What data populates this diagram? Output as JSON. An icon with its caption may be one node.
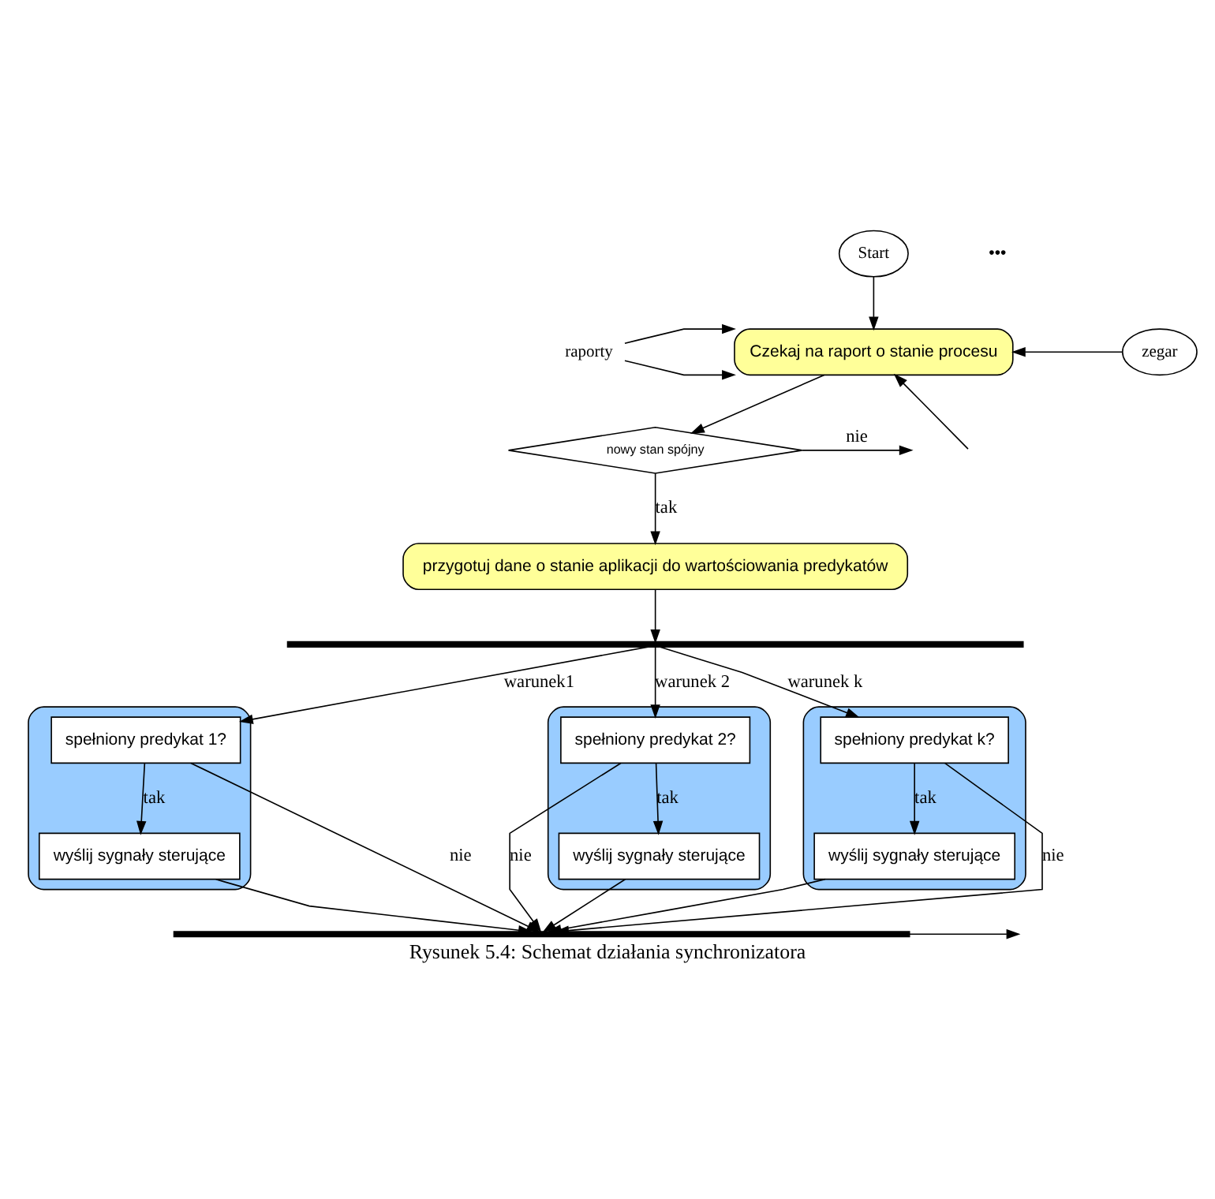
{
  "diagram": {
    "caption": "Rysunek 5.4: Schemat działania synchronizatora",
    "nodes": [
      {
        "text": [
          "Start"
        ]
      },
      {
        "text": [
          "Czekaj na raport o stanie procesu"
        ]
      },
      {
        "text": [
          "raporty"
        ]
      },
      {
        "text": [
          "zegar"
        ]
      },
      {
        "text": [
          "nowy stan spójny"
        ]
      },
      {
        "text": [
          "przygotuj dane o stanie aplikacji do wartościowania predykatów"
        ]
      },
      {
        "text": [],
        "shape": "bar"
      },
      {
        "text": [],
        "shape": "box"
      },
      {
        "text": [
          "spełniony predykat 1?"
        ],
        "in": 7
      },
      {
        "text": [
          "wyślij sygnały sterujące"
        ],
        "in": 7
      },
      {
        "text": [],
        "shape": "box"
      },
      {
        "text": [
          "spełniony predykat 2?"
        ],
        "in": 10
      },
      {
        "text": [
          "wyślij sygnały sterujące"
        ],
        "in": 10
      },
      {
        "text": [],
        "shape": "box"
      },
      {
        "text": [
          "spełniony predykat k?"
        ],
        "in": 13
      },
      {
        "text": [
          "wyślij sygnały sterujące"
        ],
        "in": 13
      },
      {
        "text": [],
        "shape": "bar"
      }
    ],
    "edges": [
      {
        "from": 0,
        "to": 1,
        "arrow": "to"
      },
      {
        "from": null,
        "to": 1,
        "arrow": "to"
      },
      {
        "from": 2,
        "to": 1,
        "arrow": "to"
      },
      {
        "from": 2,
        "to": 1,
        "arrow": "to"
      },
      {
        "from": 3,
        "to": 1,
        "arrow": "to"
      },
      {
        "from": 1,
        "to": 4,
        "arrow": "to"
      },
      {
        "from": 4,
        "to": null,
        "arrow": "to",
        "label": "nie"
      },
      {
        "from": 4,
        "to": 5,
        "arrow": "to",
        "label": "tak"
      },
      {
        "from": 5,
        "to": 6,
        "arrow": "to"
      },
      {
        "from": 6,
        "to": 8,
        "arrow": "to",
        "label": "warunek1"
      },
      {
        "from": 6,
        "to": 11,
        "arrow": "to",
        "label": "warunek 2"
      },
      {
        "from": 6,
        "to": 14,
        "arrow": "to",
        "label": "warunek k"
      },
      {
        "from": 8,
        "to": 9,
        "arrow": "to",
        "label": "tak"
      },
      {
        "from": 8,
        "to": 16,
        "arrow": "to",
        "label": "nie"
      },
      {
        "from": 9,
        "to": 16,
        "arrow": "to"
      },
      {
        "from": 11,
        "to": 12,
        "arrow": "to",
        "label": "tak"
      },
      {
        "from": 11,
        "to": 16,
        "arrow": "to",
        "label": "nie"
      },
      {
        "from": 12,
        "to": 16,
        "arrow": "to"
      },
      {
        "from": 14,
        "to": 15,
        "arrow": "to",
        "label": "tak"
      },
      {
        "from": 14,
        "to": 16,
        "arrow": "to",
        "label": "nie"
      },
      {
        "from": 15,
        "to": 16,
        "arrow": "to"
      },
      {
        "from": 16,
        "to": null,
        "arrow": "to"
      }
    ],
    "labels": [
      "•••"
    ]
  }
}
